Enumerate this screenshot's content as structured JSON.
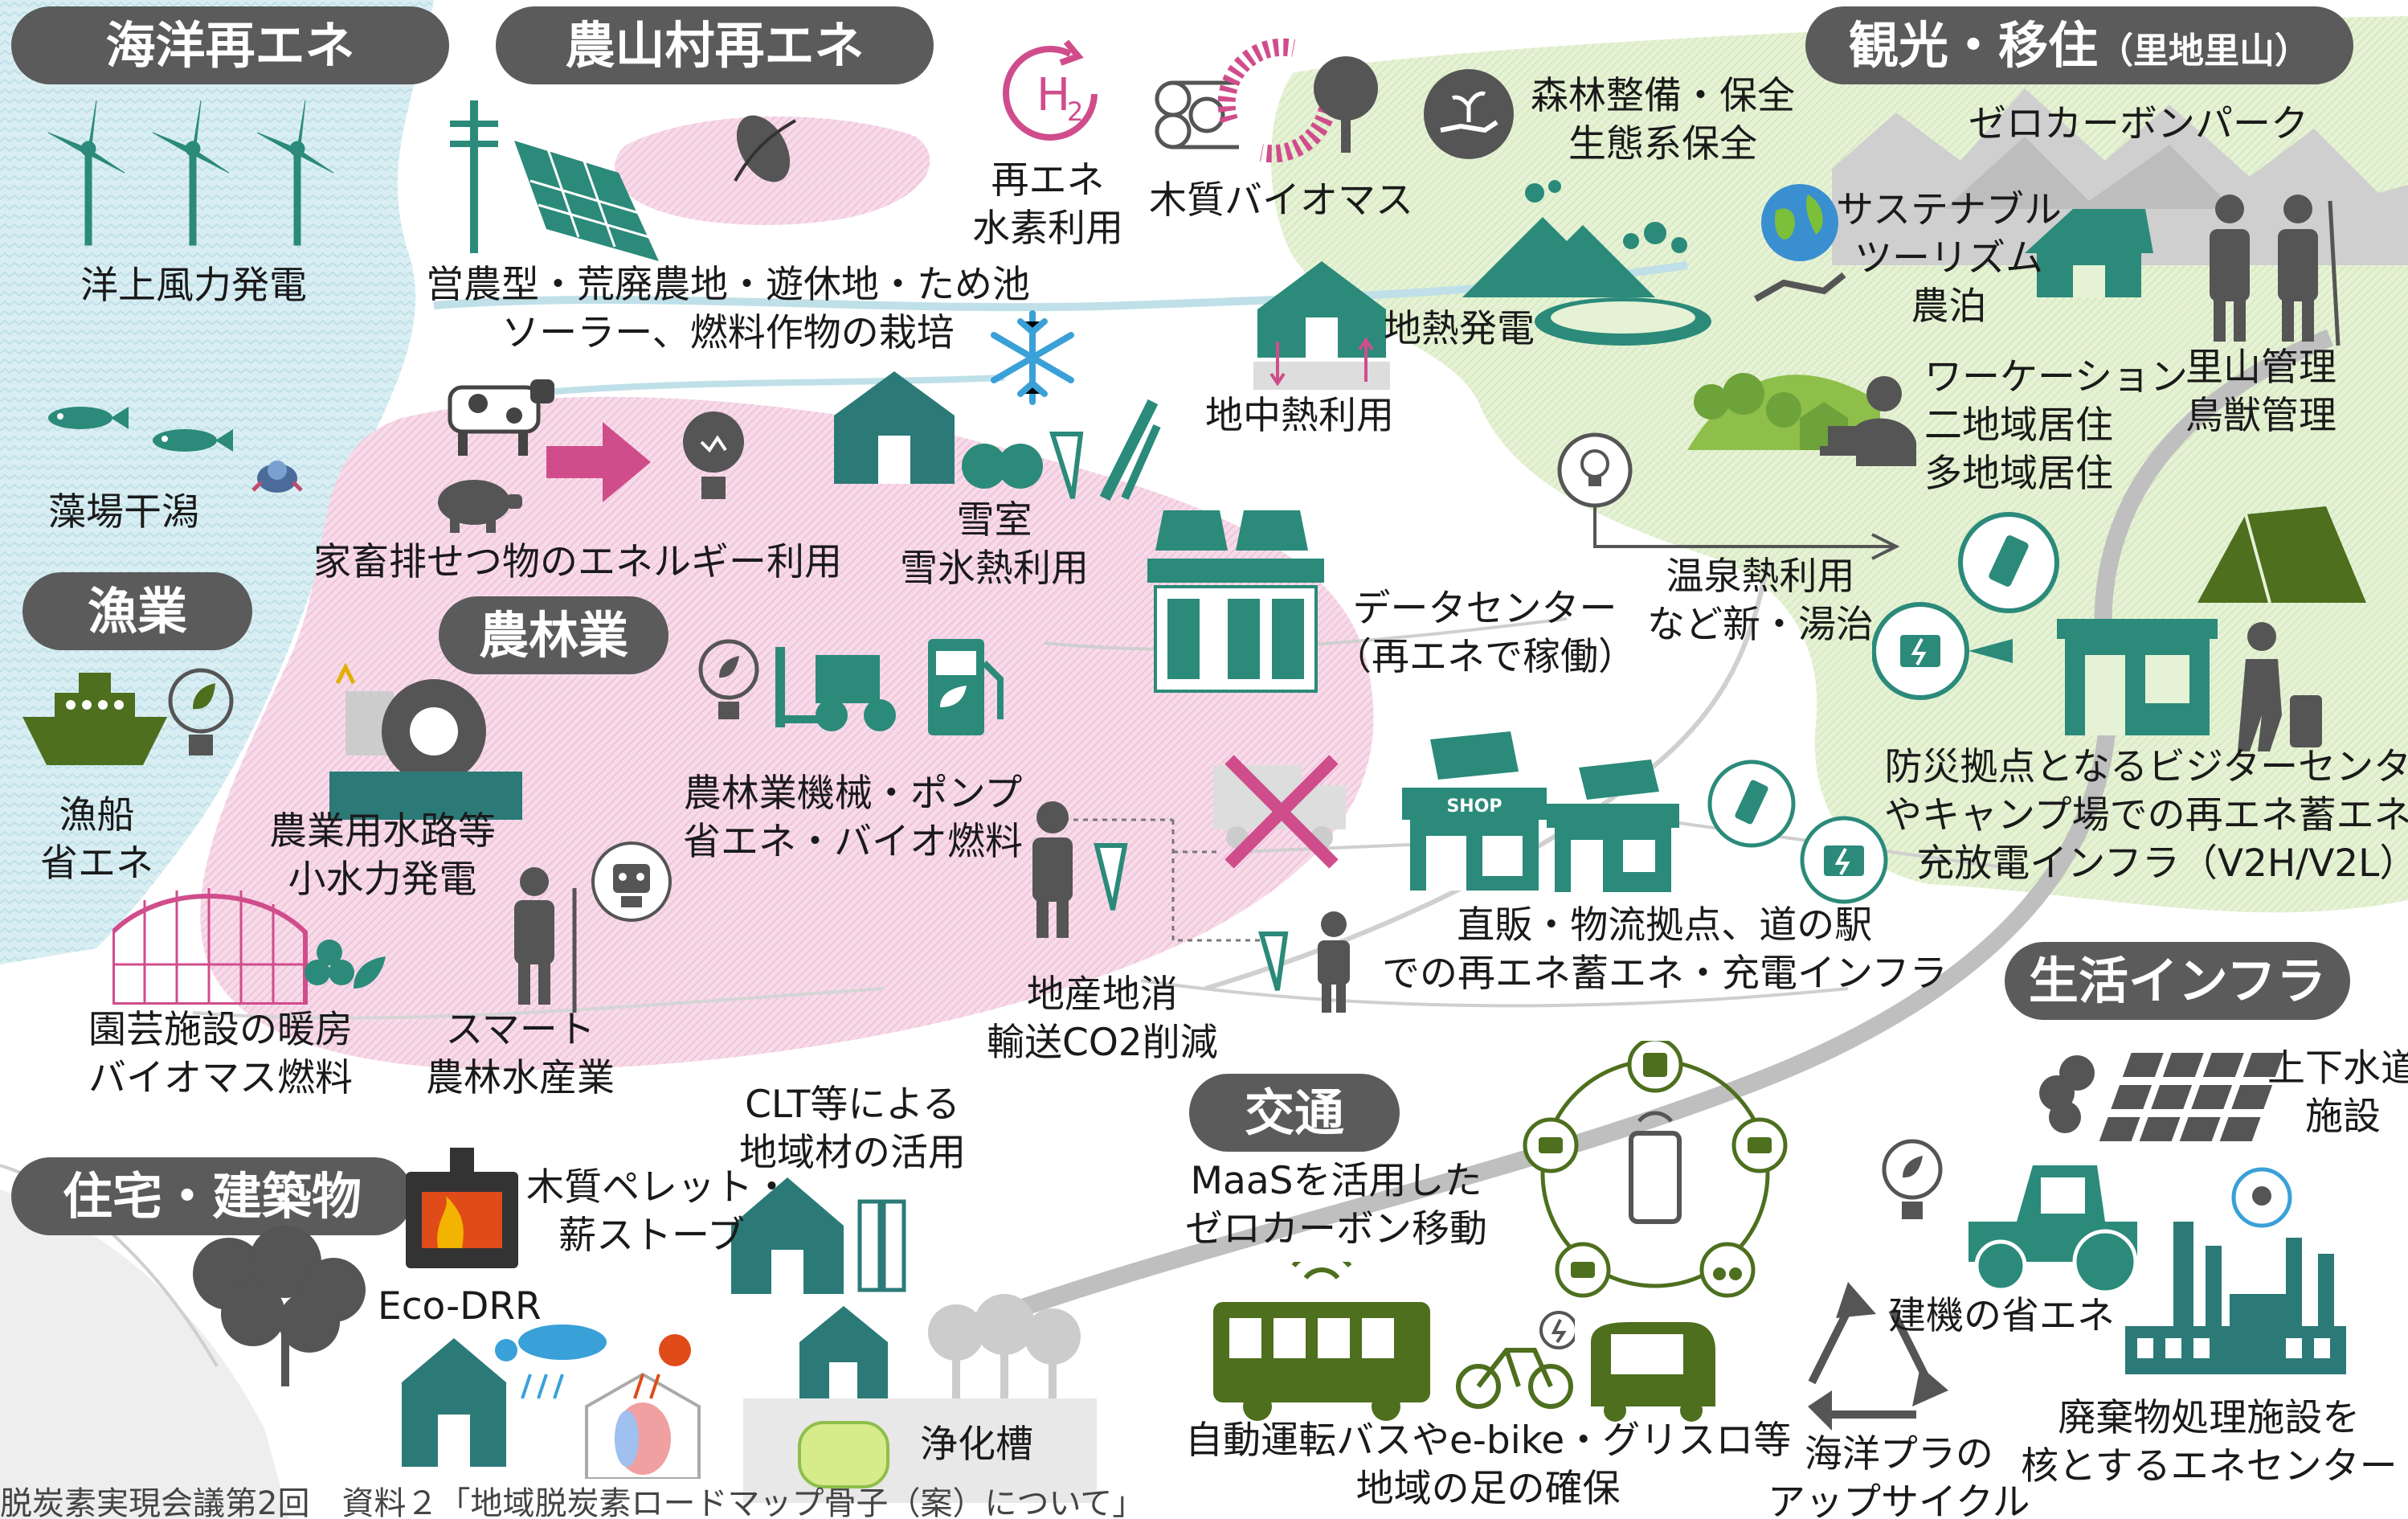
{
  "headings": {
    "ocean_re": "海洋再エネ",
    "rural_re": "農山村再エネ",
    "tourism": "観光・移住",
    "tourism_sub": "（里地里山）",
    "fishery": "漁業",
    "agroforestry": "農林業",
    "housing": "住宅・建築物",
    "transport": "交通",
    "life_infra": "生活インフラ"
  },
  "labels": {
    "offshore_wind": "洋上風力発電",
    "seagrass": "藻場干潟",
    "fishing_boat": [
      "漁船",
      "省エネ"
    ],
    "agrivoltaics": [
      "営農型・荒廃農地・遊休地・ため池",
      "ソーラー、燃料作物の栽培"
    ],
    "hydrogen": [
      "再エネ",
      "水素利用"
    ],
    "wood_biomass": "木質バイオマス",
    "forest": [
      "森林整備・保全",
      "生態系保全"
    ],
    "zero_carbon_park": "ゼロカーボンパーク",
    "sustainable_tourism": [
      "サステナブル",
      "ツーリズム",
      "農泊"
    ],
    "geothermal": "地熱発電",
    "ground_heat": "地中熱利用",
    "satoyama": [
      "里山管理",
      "鳥獣管理"
    ],
    "workation": [
      "ワーケーション",
      "二地域居住",
      "多地域居住"
    ],
    "livestock": "家畜排せつ物のエネルギー利用",
    "snow": [
      "雪室",
      "雪氷熱利用"
    ],
    "datacenter": [
      "データセンター",
      "（再エネで稼働）"
    ],
    "hot_spring": [
      "温泉熱利用",
      "など新・湯治"
    ],
    "disaster_base": [
      "防災拠点となるビジターセンター",
      "やキャンプ場での再エネ蓄エネ・",
      "充放電インフラ（V2H/V2L）"
    ],
    "machinery": [
      "農林業機械・ポンプ",
      "省エネ・バイオ燃料"
    ],
    "small_hydro": [
      "農業用水路等",
      "小水力発電"
    ],
    "greenhouse": [
      "園芸施設の暖房",
      "バイオマス燃料"
    ],
    "smart_agri": [
      "スマート",
      "農林水産業"
    ],
    "local_consumption": [
      "地産地消",
      "輸送CO2削減"
    ],
    "direct_sales": [
      "直販・物流拠点、道の駅",
      "での再エネ蓄エネ・充電インフラ"
    ],
    "clt": [
      "CLT等による",
      "地域材の活用"
    ],
    "pellet_stove": [
      "木質ペレット・",
      "薪ストーブ"
    ],
    "eco_drr": "Eco-DRR",
    "septic": "浄化槽",
    "maas": [
      "MaaSを活用した",
      "ゼロカーボン移動"
    ],
    "autonomous_bus": [
      "自動運転バスやe-bike・グリスロ等",
      "地域の足の確保"
    ],
    "water_supply": [
      "上下水道",
      "施設"
    ],
    "construction": "建機の省エネ",
    "ocean_plastic": [
      "海洋プラの",
      "アップサイクル"
    ],
    "waste_center": [
      "廃棄物処理施設を",
      "核とするエネセンター"
    ],
    "shop_sign": "SHOP",
    "h2_symbol": "H",
    "h2_sub": "2"
  },
  "footer": "脱炭素実現会議第2回　資料２「地域脱炭素ロードマップ骨子（案）について」",
  "colors": {
    "teal": "#2b7a78",
    "olive": "#4d6f1e",
    "pink_zone": "#f6d6e6",
    "sea": "#d9eef3",
    "green_zone": "#e1f0cf",
    "heading_bg": "#5b5b5b",
    "magenta": "#d04d8c",
    "icon_gray": "#555555"
  }
}
